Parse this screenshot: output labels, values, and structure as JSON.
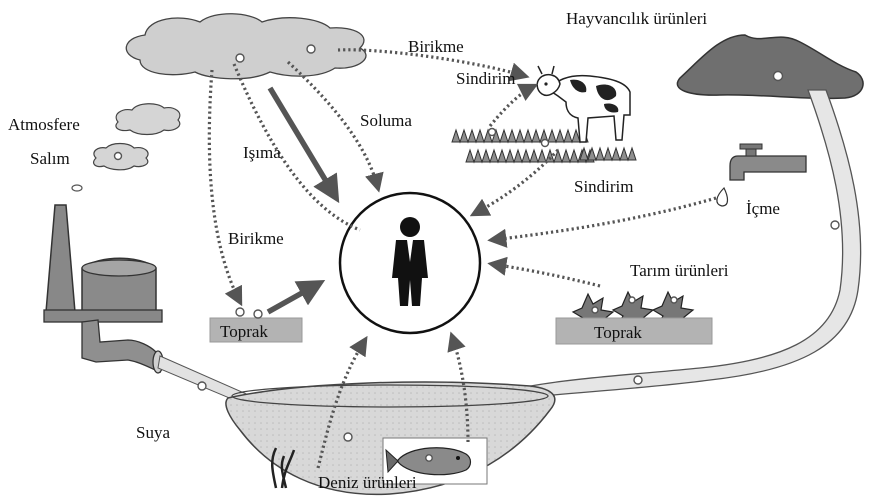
{
  "labels": {
    "birikme_top": "Birikme",
    "sindirim_top": "Sindirim",
    "hayvancilik": "Hayvancılık ürünleri",
    "atmosfere": "Atmosfere",
    "salim": "Salım",
    "soluma": "Soluma",
    "isima": "Işıma",
    "sindirim_mid": "Sindirim",
    "icme": "İçme",
    "birikme_left": "Birikme",
    "tarim": "Tarım ürünleri",
    "toprak_left": "Toprak",
    "toprak_right": "Toprak",
    "suya": "Suya",
    "deniz": "Deniz ürünleri"
  },
  "colors": {
    "cloud": "#cfcfcf",
    "soil": "#b3b3b3",
    "arrow": "#555555",
    "water": "#dcdcdc",
    "mountain": "#6f6f6f"
  }
}
